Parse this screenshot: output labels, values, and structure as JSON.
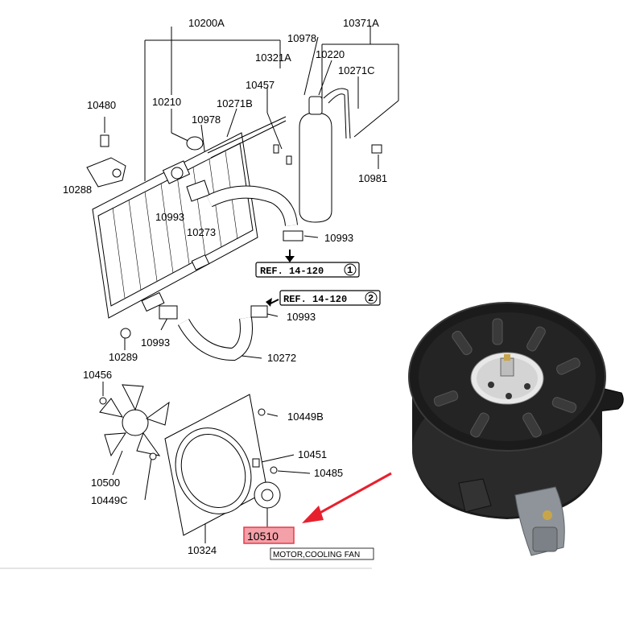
{
  "labels": {
    "p10200A": "10200A",
    "p10371A": "10371A",
    "p10978a": "10978",
    "p10321A": "10321A",
    "p10220": "10220",
    "p10271C": "10271C",
    "p10457": "10457",
    "p10480": "10480",
    "p10210": "10210",
    "p10271B": "10271B",
    "p10978b": "10978",
    "p10981": "10981",
    "p10288": "10288",
    "p10993a": "10993",
    "p10273": "10273",
    "p10993b": "10993",
    "p10993c": "10993",
    "p10993d": "10993",
    "p10289": "10289",
    "p10272": "10272",
    "p10456": "10456",
    "p10449B": "10449B",
    "p10451": "10451",
    "p10485": "10485",
    "p10500": "10500",
    "p10449C": "10449C",
    "p10324": "10324",
    "p10510": "10510"
  },
  "refs": {
    "ref1_text": "REF. 14-120",
    "ref1_num": "1",
    "ref2_text": "REF. 14-120",
    "ref2_num": "2"
  },
  "caption": "MOTOR,COOLING FAN",
  "colors": {
    "highlight_fill": "#f4a0a8",
    "highlight_stroke": "#e83a48",
    "arrow": "#e8202e",
    "motor_body": "#1b1b1b",
    "connector": "#8e9499"
  }
}
